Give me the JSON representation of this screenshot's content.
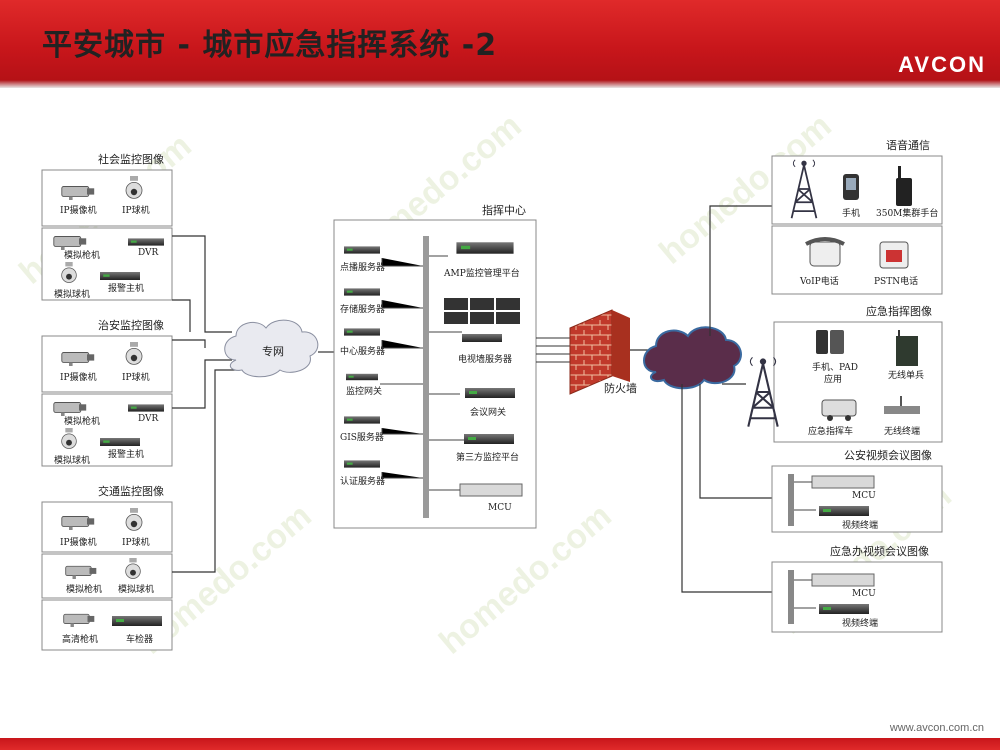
{
  "header": {
    "title": "平安城市 - 城市应急指挥系统 -2",
    "brand": "AVCON"
  },
  "footer": {
    "url": "www.avcon.com.cn"
  },
  "left": {
    "social": {
      "title": "社会监控图像",
      "ip_camera": "IP摄像机",
      "ip_dome": "IP球机",
      "analog_camera": "模拟枪机",
      "analog_dome": "模拟球机",
      "dvr": "DVR",
      "alarm": "报警主机"
    },
    "police": {
      "title": "治安监控图像",
      "ip_camera": "IP摄像机",
      "ip_dome": "IP球机",
      "analog_camera": "模拟枪机",
      "analog_dome": "模拟球机",
      "dvr": "DVR",
      "alarm": "报警主机"
    },
    "traffic": {
      "title": "交通监控图像",
      "ip_camera": "IP摄像机",
      "ip_dome": "IP球机",
      "analog_camera": "模拟枪机",
      "analog_dome": "模拟球机",
      "hd_camera": "高清枪机",
      "plate": "车检器"
    }
  },
  "private_net": "专网",
  "command_center": {
    "title": "指挥中心",
    "servers": [
      "点播服务器",
      "存储服务器",
      "中心服务器",
      "监控网关",
      "GIS服务器",
      "认证服务器"
    ],
    "devices": [
      "AMP监控管理平台",
      "电视墙服务器",
      "会议网关",
      "第三方监控平台",
      "MCU"
    ]
  },
  "firewall": "防火墙",
  "right": {
    "voice": {
      "title": "语音通信",
      "mobile": "手机",
      "trunk": "350M集群手台",
      "voip": "VoIP电话",
      "pstn": "PSTN电话"
    },
    "emergency": {
      "title": "应急指挥图像",
      "pad": "手机、PAD",
      "app": "应用",
      "wireless_soldier": "无线单兵",
      "vehicle": "应急指挥车",
      "wireless_terminal": "无线终端"
    },
    "police_conf": {
      "title": "公安视频会议图像",
      "mcu": "MCU",
      "terminal": "视频终端"
    },
    "office_conf": {
      "title": "应急办视频会议图像",
      "mcu": "MCU",
      "terminal": "视频终端"
    }
  },
  "colors": {
    "header_red": "#c8161b",
    "firewall": "#c0392b",
    "cloud_dark": "#5a2d4a"
  }
}
